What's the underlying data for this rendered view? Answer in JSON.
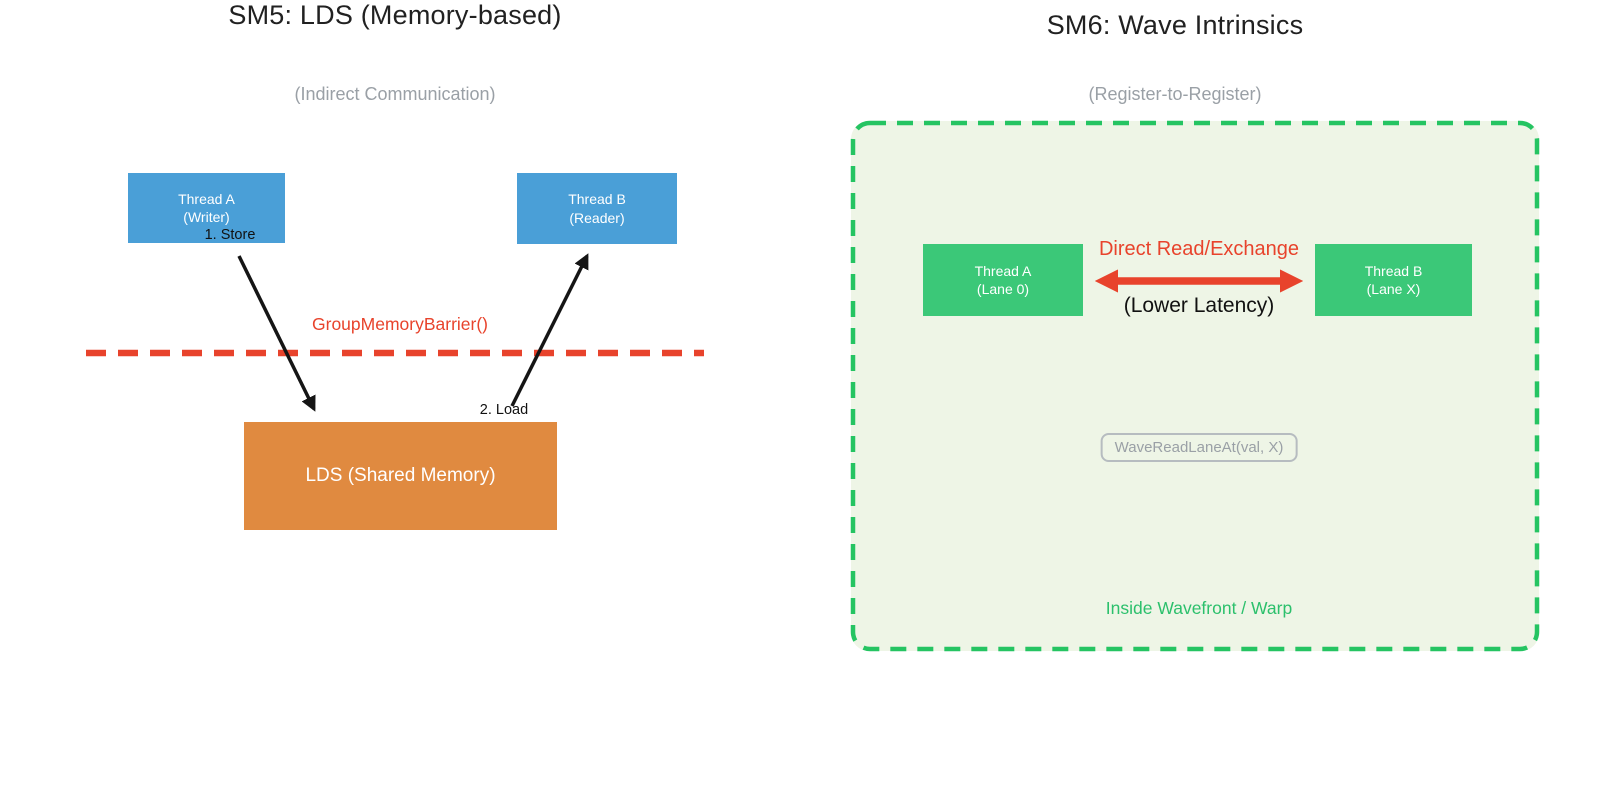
{
  "colors": {
    "blue_box": "#4a9fd7",
    "orange_box": "#e08a40",
    "green_box": "#3bc878",
    "container_bg": "#eef5e6",
    "container_border": "#25c462",
    "red_accent": "#e8432c",
    "gray_text": "#9aa0a6",
    "title_text": "#212121",
    "scope_text": "#2cc06c",
    "black_arrow": "#151515"
  },
  "left_panel": {
    "title": "SM5: LDS (Memory-based)",
    "subtitle": "(Indirect Communication)",
    "thread_a": {
      "line1": "Thread A",
      "line2": "(Writer)"
    },
    "thread_b": {
      "line1": "Thread B",
      "line2": "(Reader)"
    },
    "store_label": "1. Store",
    "load_label": "2. Load",
    "barrier_label": "GroupMemoryBarrier()",
    "lds_label": "LDS (Shared Memory)"
  },
  "right_panel": {
    "title": "SM6: Wave Intrinsics",
    "subtitle": "(Register-to-Register)",
    "thread_a": {
      "line1": "Thread A",
      "line2": "(Lane 0)"
    },
    "thread_b": {
      "line1": "Thread B",
      "line2": "(Lane X)"
    },
    "exchange_label": "Direct Read/Exchange",
    "latency_label": "(Lower Latency)",
    "intrinsic_label": "WaveReadLaneAt(val, X)",
    "scope_label": "Inside Wavefront / Warp"
  }
}
